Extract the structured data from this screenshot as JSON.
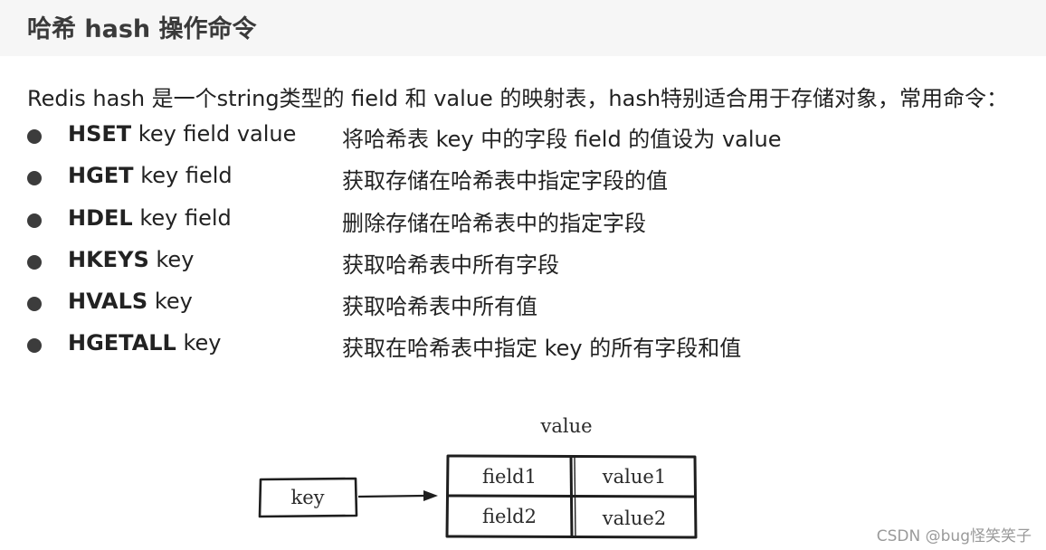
{
  "title": "哈希 hash 操作命令",
  "intro": "Redis hash 是一个string类型的 field 和 value 的映射表，hash特别适合用于存储对象，常用命令：",
  "commands": [
    {
      "name": "HSET",
      "args": " key field value",
      "desc": "将哈希表 key 中的字段 field 的值设为 value"
    },
    {
      "name": "HGET",
      "args": " key field",
      "desc": "获取存储在哈希表中指定字段的值"
    },
    {
      "name": "HDEL",
      "args": " key field",
      "desc": "删除存储在哈希表中的指定字段"
    },
    {
      "name": "HKEYS",
      "args": " key",
      "desc": "获取哈希表中所有字段"
    },
    {
      "name": "HVALS",
      "args": " key",
      "desc": "获取哈希表中所有值"
    },
    {
      "name": "HGETALL",
      "args": " key",
      "desc": "获取在哈希表中指定 key 的所有字段和值"
    }
  ],
  "diagram": {
    "key_label": "key",
    "value_label": "value",
    "field1": "field1",
    "field2": "field2",
    "value1": "value1",
    "value2": "value2"
  },
  "watermark": "CSDN @bug怪笑笑子"
}
